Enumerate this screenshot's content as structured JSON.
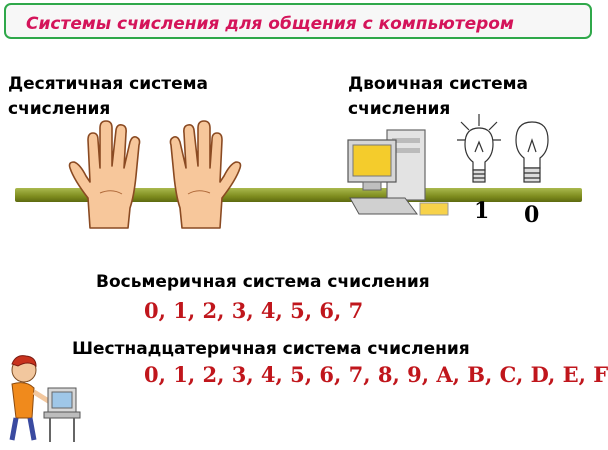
{
  "title": "Системы счисления для общения с компьютером",
  "decimal": {
    "line1": "Десятичная система",
    "line2": "счисления"
  },
  "binary": {
    "line1": "Двоичная система",
    "line2": "счисления",
    "digit_one": "1",
    "digit_zero": "0"
  },
  "octal": {
    "label": "Восьмеричная система счисления",
    "digits": "0, 1, 2, 3, 4, 5, 6, 7"
  },
  "hex": {
    "label": "Шестнадцатеричная система счисления",
    "digits": "0, 1, 2, 3, 4, 5, 6, 7, 8, 9, A, B, C, D, E, F"
  },
  "colors": {
    "title": "#d4145a",
    "border": "#2fa84a",
    "digits": "#c0161c",
    "bar": "#8c9a28"
  },
  "icons": [
    "hands-icon",
    "computer-icon",
    "lit-bulb-icon",
    "unlit-bulb-icon",
    "person-at-computer-icon"
  ]
}
